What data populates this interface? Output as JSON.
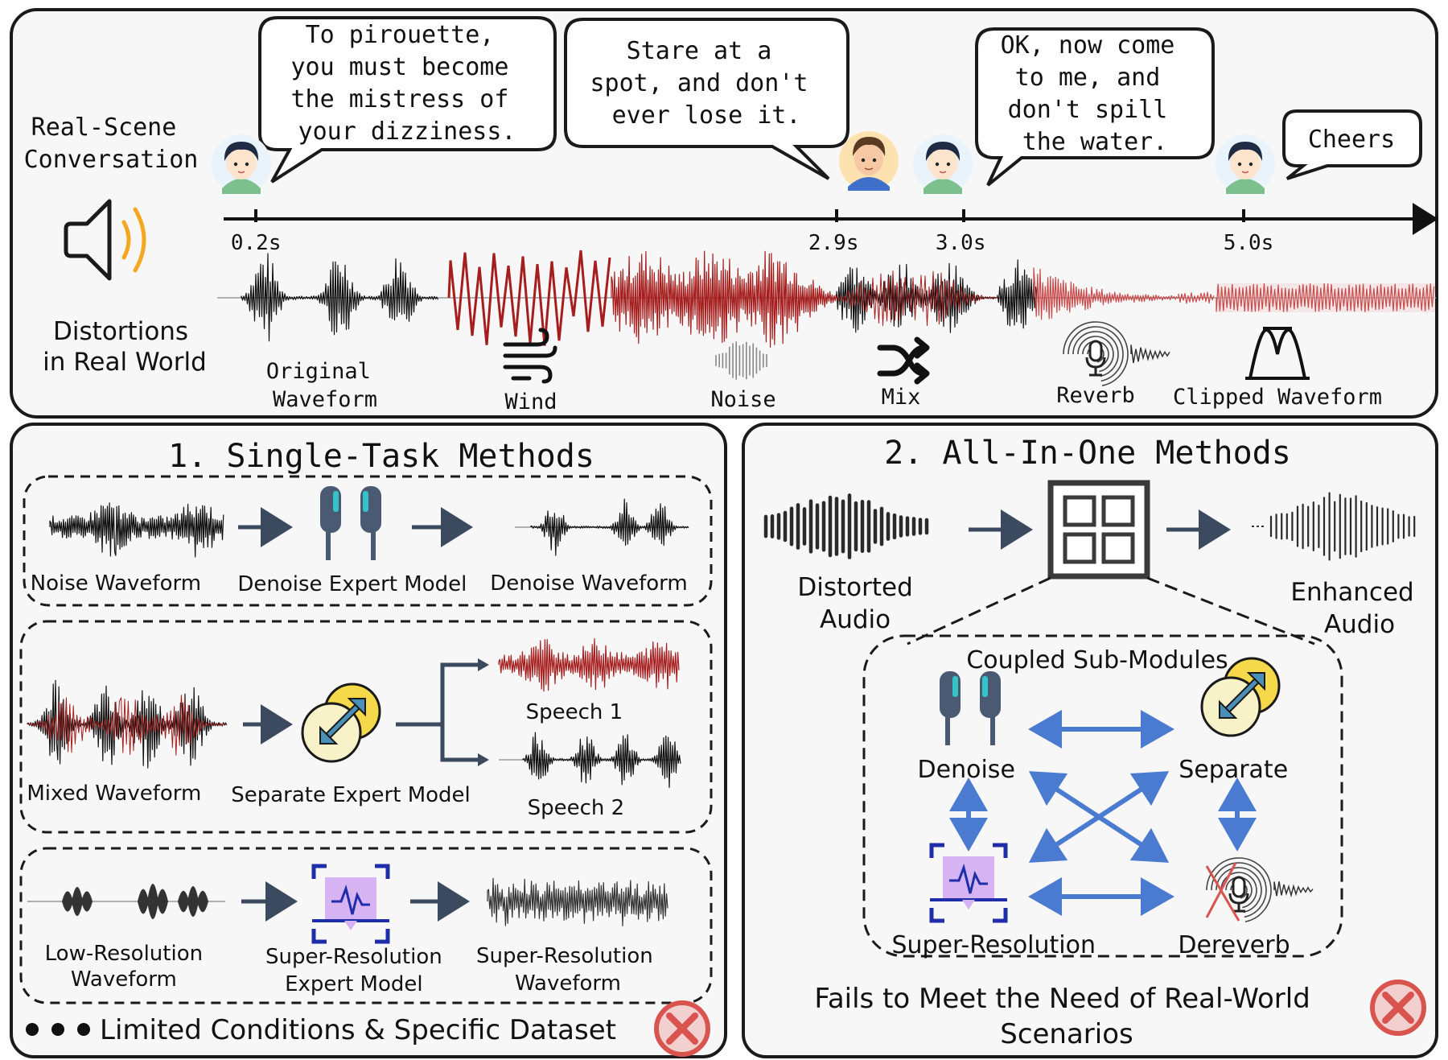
{
  "top": {
    "title": [
      "Real-Scene",
      "Conversation"
    ],
    "distortions_title": [
      "Distortions",
      "in Real World"
    ],
    "bubbles": [
      {
        "lines": [
          "To pirouette,",
          "you must become",
          "the mistress of",
          "your dizziness."
        ]
      },
      {
        "lines": [
          "Stare at a",
          "spot, and don't",
          "ever lose it."
        ]
      },
      {
        "lines": [
          "OK, now come",
          "to me, and",
          "don't spill",
          "the water."
        ]
      },
      {
        "lines": [
          "Cheers"
        ]
      }
    ],
    "times": [
      "0.2s",
      "2.9s",
      "3.0s",
      "5.0s"
    ],
    "wave_labels": {
      "original": [
        "Original",
        "Waveform"
      ],
      "wind": "Wind",
      "noise": "Noise",
      "mix": "Mix",
      "reverb": "Reverb",
      "clipped": "Clipped Waveform"
    }
  },
  "single_task": {
    "title": "1. Single-Task Methods",
    "denoise_row": {
      "input": "Noise Waveform",
      "model": "Denoise Expert Model",
      "output": "Denoise Waveform"
    },
    "separate_row": {
      "input": "Mixed Waveform",
      "model": "Separate Expert Model",
      "out1": "Speech 1",
      "out2": "Speech 2"
    },
    "sr_row": {
      "input": [
        "Low-Resolution",
        "Waveform"
      ],
      "model": [
        "Super-Resolution",
        "Expert Model"
      ],
      "output": [
        "Super-Resolution",
        "Waveform"
      ]
    },
    "footer": "Limited Conditions & Specific Dataset"
  },
  "all_in_one": {
    "title": "2. All-In-One Methods",
    "input": [
      "Distorted",
      "Audio"
    ],
    "output": [
      "Enhanced",
      "Audio"
    ],
    "coupled_title": "Coupled Sub-Modules",
    "modules": {
      "denoise": "Denoise",
      "separate": "Separate",
      "super_resolution": "Super-Resolution",
      "dereverb": "Dereverb"
    },
    "footer": [
      "Fails to Meet the Need of Real-World",
      "Scenarios"
    ]
  },
  "colors": {
    "border": "#1a1a1a",
    "panel_bg": "#f7f7f7",
    "wave_black": "#111111",
    "wave_red": "#a51d1d",
    "wave_red_light": "#c94a4a",
    "accent_orange": "#f5a623",
    "arrow_dark": "#3b4a5e",
    "arrow_blue": "#4a7bd0",
    "earbud": "#4a5a72",
    "earbud_teal": "#35c2c9",
    "separate_yellow": "#f5d94a",
    "separate_cream": "#f8f2c8",
    "sr_purple": "#d6b4f3",
    "sr_blue": "#1f2ea8",
    "fail_red": "#d9534f"
  }
}
